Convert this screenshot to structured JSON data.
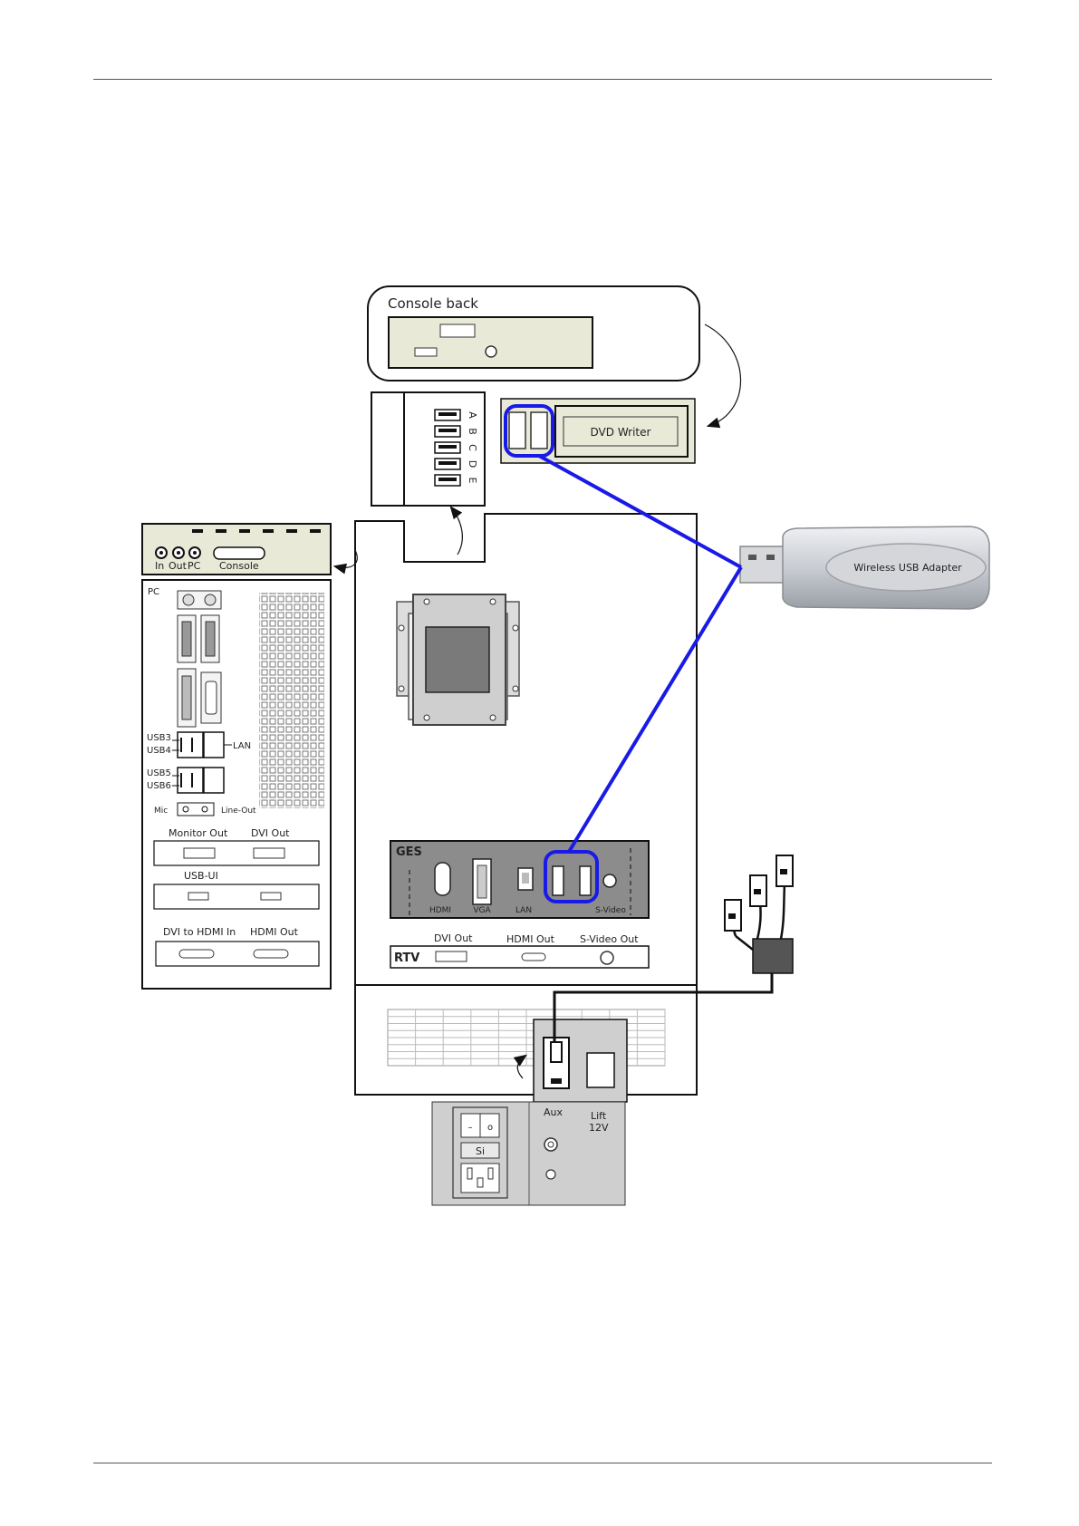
{
  "labels": {
    "console_back": "Console back",
    "dvd_writer": "DVD Writer",
    "usb_ports": [
      "A",
      "B",
      "C",
      "D",
      "E"
    ],
    "in": "In",
    "out": "Out",
    "pc_audio": "PC",
    "console": "Console",
    "pc": "PC",
    "usb3": "USB3",
    "usb4": "USB4",
    "usb5": "USB5",
    "usb6": "USB6",
    "lan": "LAN",
    "mic": "Mic",
    "line_out": "Line-Out",
    "monitor_out": "Monitor Out",
    "dvi_out": "DVI Out",
    "usb_ui": "USB-UI",
    "dvi_to_hdmi_in": "DVI to HDMI In",
    "hdmi_out": "HDMI Out",
    "ges": "GES",
    "ges_hdmi": "HDMI",
    "ges_vga": "VGA",
    "ges_lan": "LAN",
    "ges_svideo": "S-Video",
    "rtv": "RTV",
    "rtv_dvi_out": "DVI Out",
    "rtv_hdmi_out": "HDMI Out",
    "rtv_svideo_out": "S-Video Out",
    "wireless_usb_adapter": "Wireless USB Adapter",
    "aux": "Aux",
    "lift_1": "Lift",
    "lift_2": "12V",
    "switch_off": "–",
    "switch_on": "o",
    "si": "Si"
  },
  "colors": {
    "connection_line": "#1a1ae6",
    "panel_fill": "#e9e9d8",
    "ges_fill": "#8c8c8c",
    "power_fill": "#cfcfcf"
  }
}
